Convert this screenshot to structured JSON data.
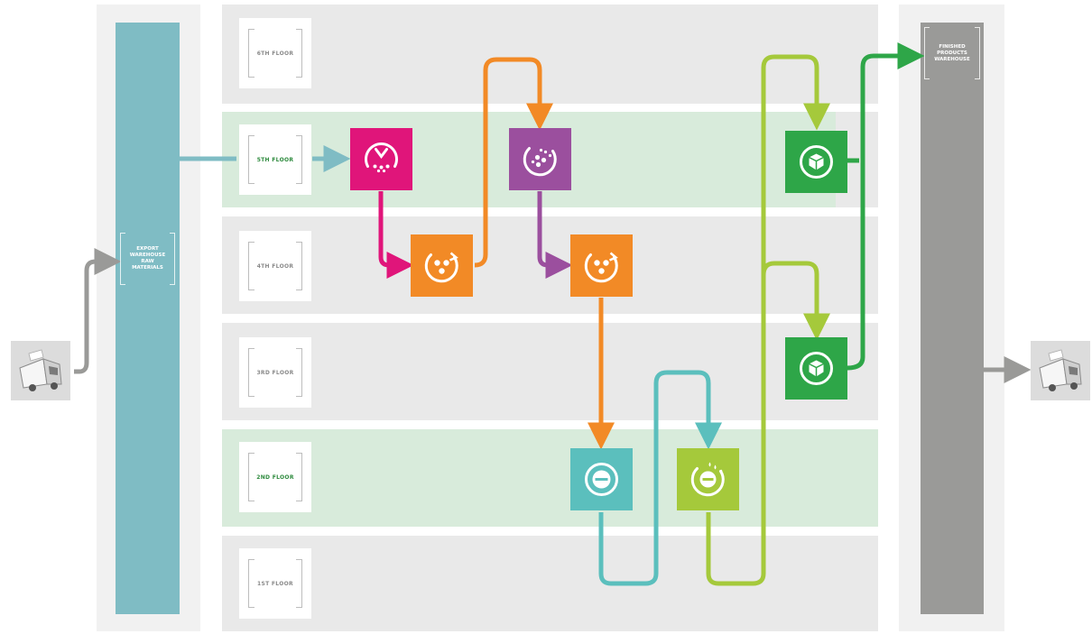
{
  "floors": [
    {
      "label": "6th FLOOR",
      "highlight": false
    },
    {
      "label": "5th FLOOR",
      "highlight": true
    },
    {
      "label": "4th FLOOR",
      "highlight": false
    },
    {
      "label": "3rd FLOOR",
      "highlight": false
    },
    {
      "label": "2nd FLOOR",
      "highlight": true
    },
    {
      "label": "1st FLOOR",
      "highlight": false
    }
  ],
  "raw_warehouse_label": "EXPORT WAREHOUSE RAW MATERIALS",
  "finished_warehouse_label": "FINISHED PRODUCTS WAREHOUSE",
  "colors": {
    "raw_column": "#7fbcc4",
    "finished_column": "#9a9a98",
    "floor_band": "#e9e9e9",
    "highlight_band": "#d8ebdb",
    "magenta": "#e0157a",
    "orange": "#f28a26",
    "purple": "#9b4f9e",
    "teal": "#5bbfbd",
    "lime": "#a5c93b",
    "green": "#2ea648",
    "gray_arrow": "#9a9a98"
  },
  "machines": [
    {
      "name": "weighing-machine",
      "icon": "scale-icon",
      "color": "magenta",
      "floor": "5th FLOOR"
    },
    {
      "name": "mixer-1-machine",
      "icon": "mixer-icon",
      "color": "orange",
      "floor": "4th FLOOR"
    },
    {
      "name": "spray-coater-machine",
      "icon": "spray-icon",
      "color": "purple",
      "floor": "5th FLOOR"
    },
    {
      "name": "mixer-2-machine",
      "icon": "mixer-icon",
      "color": "orange",
      "floor": "4th FLOOR"
    },
    {
      "name": "tablet-press-machine",
      "icon": "tablet-icon",
      "color": "teal",
      "floor": "2nd FLOOR"
    },
    {
      "name": "coating-machine",
      "icon": "coating-icon",
      "color": "lime",
      "floor": "2nd FLOOR"
    },
    {
      "name": "packaging-1-machine",
      "icon": "box-icon",
      "color": "green",
      "floor": "5th FLOOR"
    },
    {
      "name": "packaging-2-machine",
      "icon": "box-icon",
      "color": "green",
      "floor": "3rd FLOOR"
    }
  ],
  "trucks": [
    {
      "name": "incoming-truck",
      "icon": "truck-icon"
    },
    {
      "name": "outgoing-truck",
      "icon": "truck-icon"
    }
  ]
}
